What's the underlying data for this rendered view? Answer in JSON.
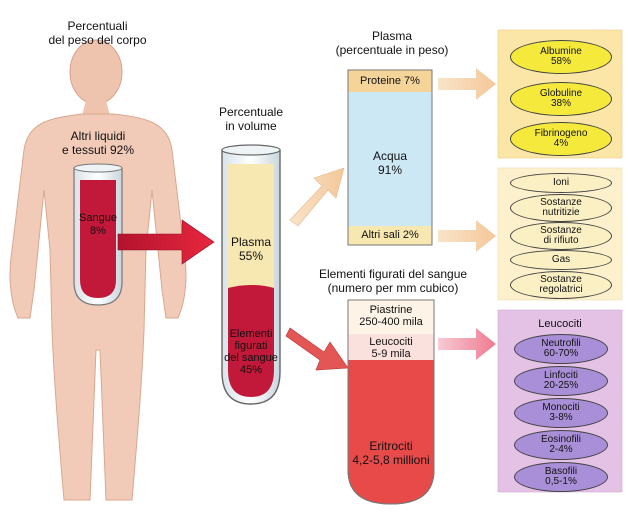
{
  "body": {
    "title_line1": "Percentuali",
    "title_line2": "del peso del corpo",
    "other_line1": "Altri liquidi",
    "other_line2": "e tessuti 92%",
    "blood_label": "Sangue",
    "blood_value": "8%"
  },
  "tube": {
    "title_line1": "Percentuale",
    "title_line2": "in volume",
    "plasma_label": "Plasma",
    "plasma_value": "55%",
    "formed_line1": "Elementi",
    "formed_line2": "figurati",
    "formed_line3": "del sangue",
    "formed_value": "45%"
  },
  "plasma_box": {
    "title_line1": "Plasma",
    "title_line2": "(percentuale in peso)",
    "proteins": "Proteine 7%",
    "water_label": "Acqua",
    "water_value": "91%",
    "salts": "Altri sali 2%"
  },
  "formed_box": {
    "title_line1": "Elementi figurati del sangue",
    "title_line2": "(numero per mm cubico)",
    "platelets_label": "Piastrine",
    "platelets_value": "250-400 mila",
    "leukocytes_label": "Leucociti",
    "leukocytes_value": "5-9 mila",
    "erythrocytes_label": "Eritrociti",
    "erythrocytes_value": "4,2-5,8 millioni"
  },
  "protein_panel": [
    {
      "label": "Albumine",
      "value": "58%"
    },
    {
      "label": "Globuline",
      "value": "38%"
    },
    {
      "label": "Fibrinogeno",
      "value": "4%"
    }
  ],
  "other_panel": [
    {
      "label": "Ioni"
    },
    {
      "label": "Sostanze",
      "label2": "nutritizie"
    },
    {
      "label": "Sostanze",
      "label2": "di rifiuto"
    },
    {
      "label": "Gas"
    },
    {
      "label": "Sostanze",
      "label2": "regolatrici"
    }
  ],
  "leuko_panel": {
    "title": "Leucociti",
    "items": [
      {
        "label": "Neutrofili",
        "value": "60-70%"
      },
      {
        "label": "Linfociti",
        "value": "20-25%"
      },
      {
        "label": "Monociti",
        "value": "3-8%"
      },
      {
        "label": "Eosinofili",
        "value": "2-4%"
      },
      {
        "label": "Basofili",
        "value": "0,5-1%"
      }
    ]
  },
  "colors": {
    "skin": "#f1cbb8",
    "skin_dark": "#e2ad95",
    "blood": "#c2183a",
    "plasma_yellow": "#f7e7b0",
    "water_blue": "#cde8f5",
    "red_cells": "#e84a4a",
    "panel_yellow": "#fbe6a8",
    "panel_cream": "#fdf0cc",
    "panel_purple": "#e3c2e6",
    "oval_yellow": "#f5ea3c",
    "oval_cream": "#fbefc4",
    "oval_purple": "#a98fd8"
  }
}
